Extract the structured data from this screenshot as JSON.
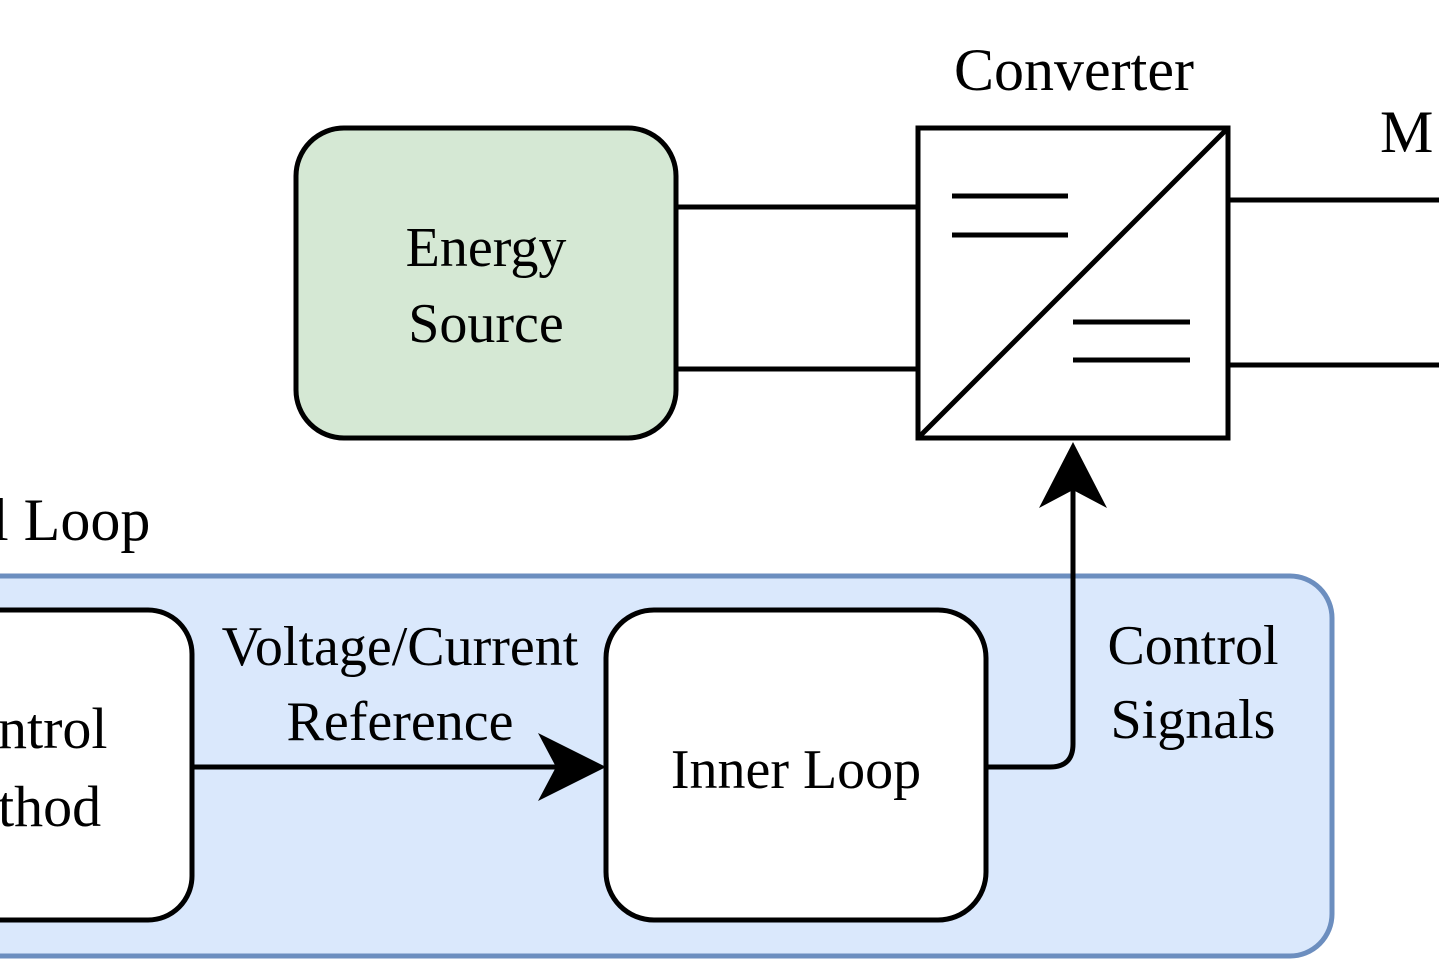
{
  "diagram": {
    "converter_title": "Converter",
    "energy_source": [
      "Energy",
      "Source"
    ],
    "outer_loop_title_partial": "l Loop",
    "control_method_partial": [
      "ntrol",
      "thod"
    ],
    "reference_label": [
      "Voltage/Current",
      "Reference"
    ],
    "inner_loop": "Inner Loop",
    "control_signals": [
      "Control",
      "Signals"
    ],
    "right_edge_label_partial": "M"
  },
  "colors": {
    "energy_source_fill": "#d5e8d4",
    "control_panel_fill": "#dae8fc",
    "control_panel_stroke": "#6c8ebf",
    "line": "#000000"
  }
}
